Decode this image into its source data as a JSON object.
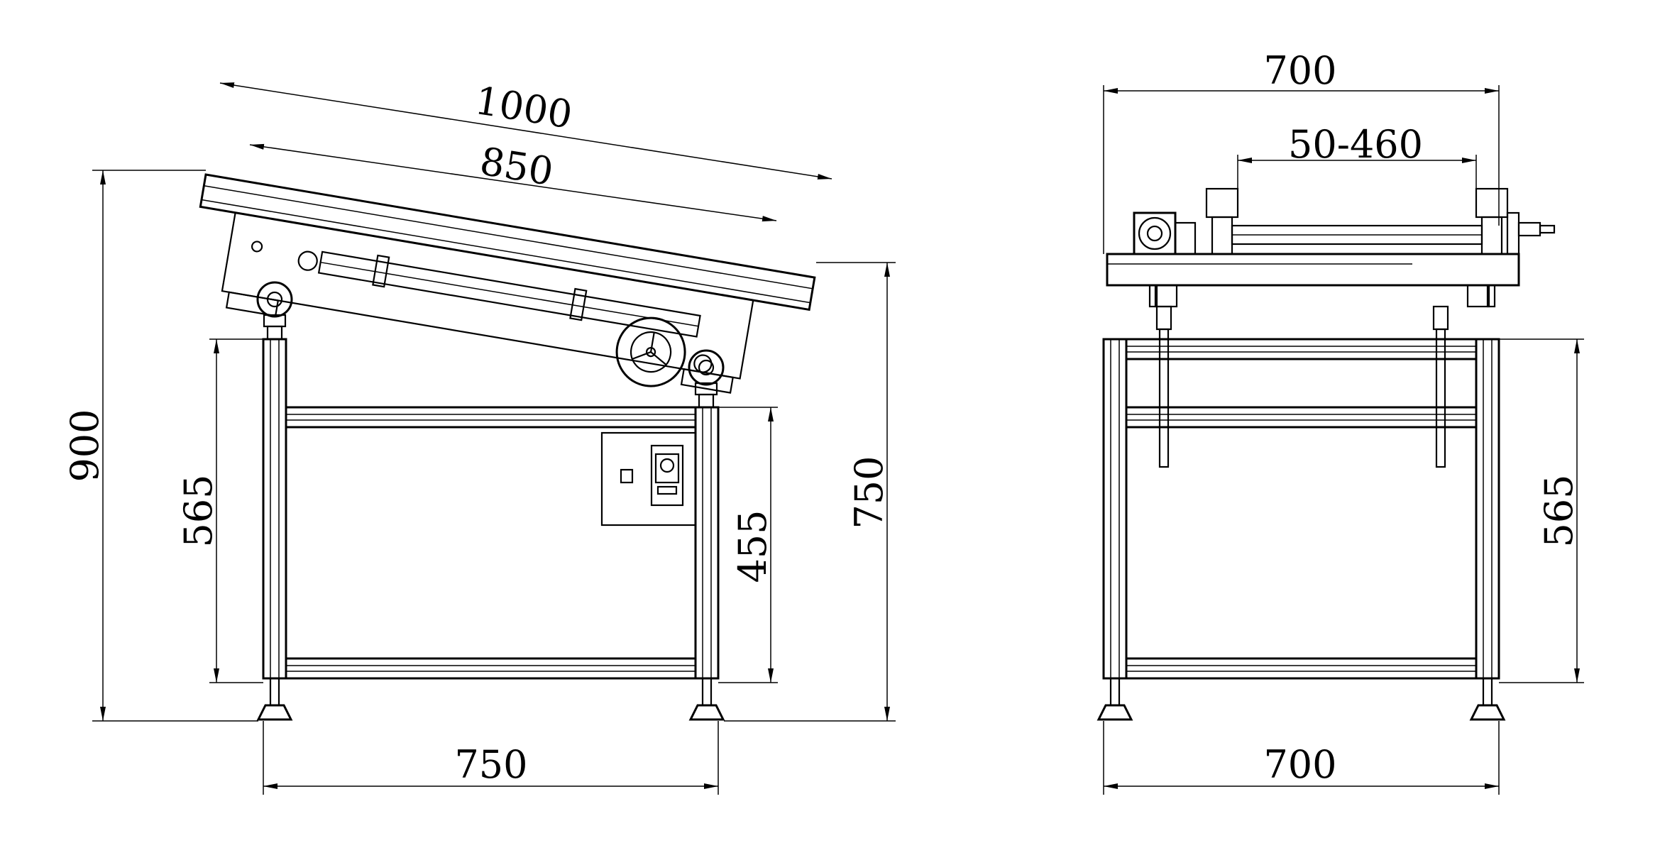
{
  "colors": {
    "line": "#000000",
    "background": "#ffffff"
  },
  "dimensions": {
    "side_view": {
      "top_length": "1000",
      "inner_length": "850",
      "total_height": "900",
      "frame_height": "565",
      "legs_height": "455",
      "conveyor_height": "750",
      "base_width": "750"
    },
    "front_view": {
      "top_width": "700",
      "adjust_range": "50-460",
      "frame_height": "565",
      "base_width": "700"
    }
  },
  "icons": [
    "handwheel-icon",
    "motor-icon",
    "switch-icon"
  ]
}
